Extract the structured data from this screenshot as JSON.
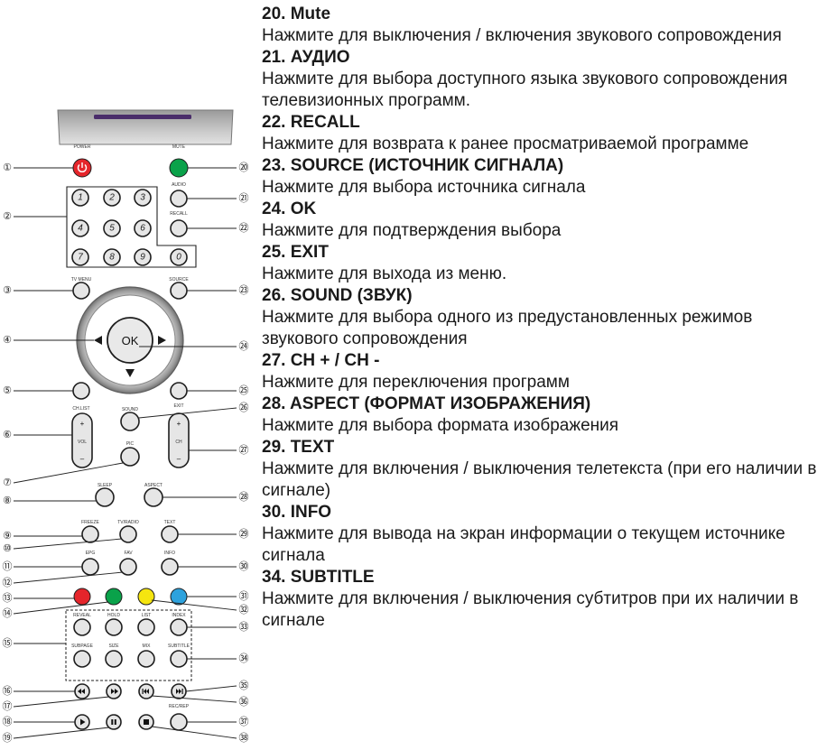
{
  "remote": {
    "labels": {
      "power": "POWER",
      "mute": "MUTE",
      "audio": "AUDIO",
      "recall": "RECALL",
      "tv_menu": "TV MENU",
      "source": "SOURCE",
      "ok": "OK",
      "ch_list": "CH.LIST",
      "sound": "SOUND",
      "exit": "EXIT",
      "vol": "VOL",
      "ch": "CH",
      "pic": "PIC",
      "sleep": "SLEEP",
      "aspect": "ASPECT",
      "freeze": "FREEZE",
      "tv_radio": "TV/RADIO",
      "text": "TEXT",
      "epg": "EPG",
      "fav": "FAV",
      "info": "INFO",
      "reveal": "REVEAL",
      "hold": "HOLD",
      "list": "LIST",
      "index": "INDEX",
      "subpage": "SUBPAGE",
      "size": "SIZE",
      "mix": "MIX",
      "subtitle": "SUBTITLE",
      "rec_rep": "REC/REP",
      "plus": "+",
      "minus": "–"
    },
    "digits": [
      "1",
      "2",
      "3",
      "4",
      "5",
      "6",
      "7",
      "8",
      "9",
      "0"
    ],
    "callouts": [
      "①",
      "②",
      "③",
      "④",
      "⑤",
      "⑥",
      "⑦",
      "⑧",
      "⑨",
      "⑩",
      "⑪",
      "⑫",
      "⑬",
      "⑭",
      "⑮",
      "⑯",
      "⑰",
      "⑱",
      "⑲",
      "⑳",
      "㉑",
      "㉒",
      "㉓",
      "㉔",
      "㉕",
      "㉖",
      "㉗",
      "㉘",
      "㉙",
      "㉚",
      "㉛",
      "㉜",
      "㉝",
      "㉞",
      "㉟",
      "㊱",
      "㊲",
      "㊳"
    ],
    "colors": {
      "power": "#e5252b",
      "mute": "#0aa24a",
      "red": "#e5252b",
      "green": "#0aa24a",
      "yellow": "#f5e50f",
      "blue": "#2da2dd"
    },
    "icons": {
      "power": "power-icon",
      "up": "arrow-up-icon",
      "down": "arrow-down-icon",
      "left": "arrow-left-icon",
      "right": "arrow-right-icon",
      "rewind": "rewind-icon",
      "forward": "fast-forward-icon",
      "previous": "skip-previous-icon",
      "next": "skip-next-icon",
      "play": "play-icon",
      "pause": "pause-icon",
      "stop": "stop-icon"
    }
  },
  "entries": [
    {
      "title": "20.  Mute",
      "desc": "Нажмите  для выключения / включения звукового сопровождения"
    },
    {
      "title": "21. АУДИО",
      "desc": "Нажмите для выбора доступного языка звукового сопровождения телевизионных программ."
    },
    {
      "title": "22. RECALL",
      "desc": "Нажмите для возврата к ранее просматриваемой программе"
    },
    {
      "title": "23. SOURCE (ИСТОЧНИК СИГНАЛА)",
      "desc": "Нажмите для выбора источника сигнала"
    },
    {
      "title": "24. OK",
      "desc": "Нажмите для подтверждения выбора"
    },
    {
      "title": "25. EXIT",
      "desc": "Нажмите для выхода из меню."
    },
    {
      "title": "26. SOUND (ЗВУК)",
      "desc": "Нажмите для выбора одного из предустановленных режимов звукового сопровождения"
    },
    {
      "title": "27. CH + / CH -",
      "desc": "Нажмите для переключения программ"
    },
    {
      "title": "28. ASPECT (ФОРМАТ ИЗОБРАЖЕНИЯ)",
      "desc": "Нажмите для выбора формата изображения"
    },
    {
      "title": "29. TEXT",
      "desc": "Нажмите для включения / выключения телетекста (при его наличии в сигнале)"
    },
    {
      "title": "30. INFO",
      "desc": "Нажмите для вывода на экран информации о текущем источнике сигнала"
    },
    {
      "title": "34. SUBTITLE",
      "desc": "Нажмите для включения / выключения субтитров при их наличии в сигнале"
    }
  ]
}
